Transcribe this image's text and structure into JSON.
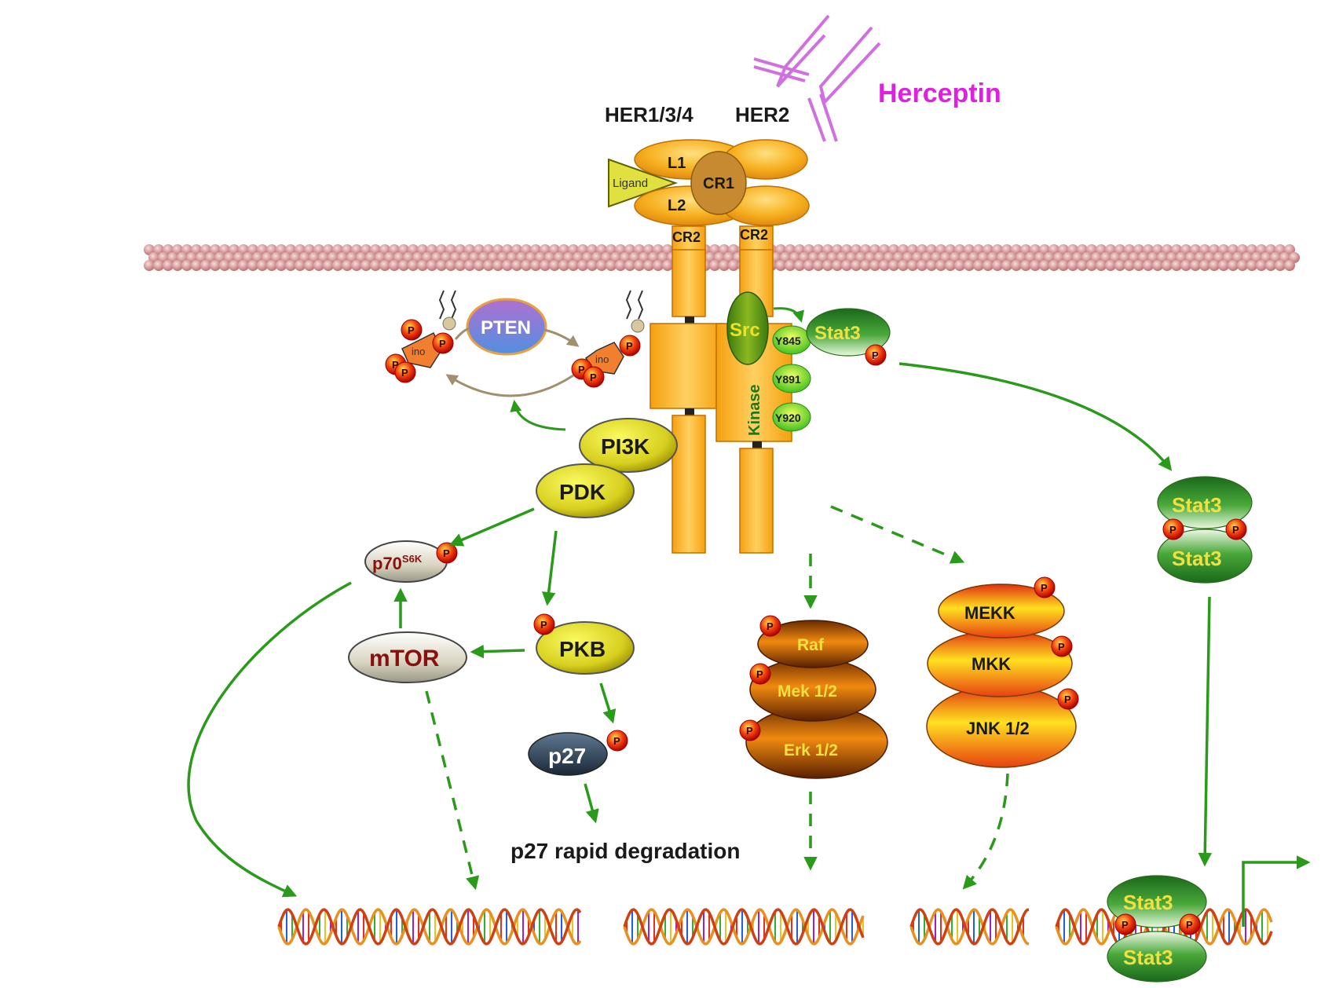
{
  "labels": {
    "herceptin": "Herceptin",
    "her134": "HER1/3/4",
    "her2": "HER2",
    "l1": "L1",
    "l2": "L2",
    "cr1": "CR1",
    "cr2_left": "CR2",
    "cr2_right": "CR2",
    "ligand": "Ligand",
    "src": "Src",
    "stat3_top": "Stat3",
    "y845": "Y845",
    "y891": "Y891",
    "y920": "Y920",
    "kinase": "Kinase",
    "pten": "PTEN",
    "ino": "ino",
    "p": "P",
    "pi3k": "PI3K",
    "pdk": "PDK",
    "p70": "p70",
    "s6k": "S6K",
    "mtor": "mTOR",
    "pkb": "PKB",
    "p27": "p27",
    "p27_degradation": "p27 rapid degradation",
    "raf": "Raf",
    "mek": "Mek 1/2",
    "erk": "Erk 1/2",
    "mekk": "MEKK",
    "mkk": "MKK",
    "jnk": "JNK 1/2",
    "stat3": "Stat3"
  },
  "colors": {
    "herceptin": "#e020e0",
    "arrow": "#2a9a1a",
    "receptor": "#f7b020",
    "membrane": "#c98080",
    "phospho": "#e01010"
  }
}
